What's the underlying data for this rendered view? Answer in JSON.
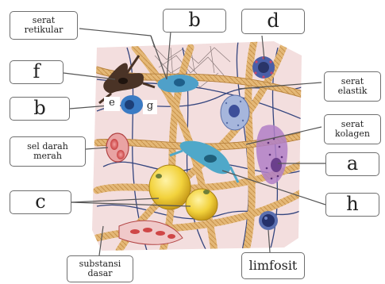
{
  "labels": {
    "serat_retikular": [
      "serat",
      "retikular"
    ],
    "b_top": "b",
    "d": "d",
    "f": "f",
    "serat_elastik": [
      "serat",
      "elastik"
    ],
    "b_left": "b",
    "e": "e",
    "g": "g",
    "serat_kolagen": [
      "serat",
      "kolagen"
    ],
    "sel_darah_merah": [
      "sel darah",
      "merah"
    ],
    "a": "a",
    "c": "c",
    "h": "h",
    "substansi_dasar": [
      "substansi",
      "dasar"
    ],
    "limfosit": "limfosit"
  },
  "colors": {
    "background": "#f3dede",
    "collagen_fiber": "#e2b474",
    "elastic_fiber": "#3d4f8a",
    "reticular_fiber": "#7a6a6a",
    "fat_cell": "#f0d13a",
    "blood_cell": "#cf4646",
    "macrophage": "#4fa0c9",
    "mast_cell": "#9b6bbf",
    "label_border": "#6f6f6f"
  }
}
